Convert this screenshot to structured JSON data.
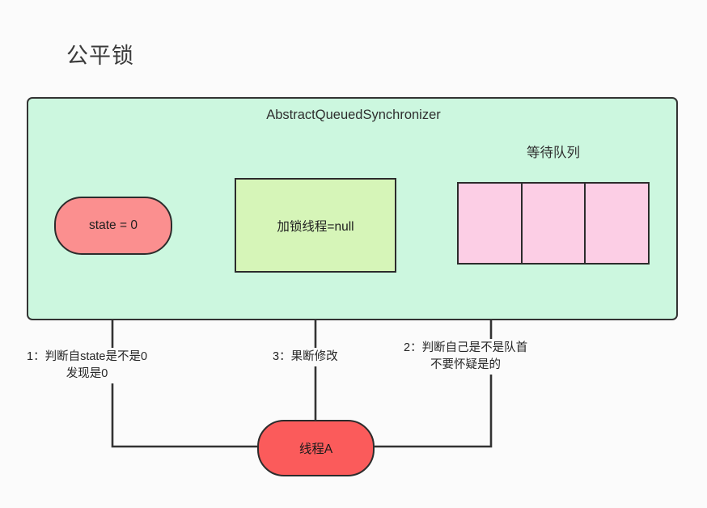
{
  "page": {
    "title": "公平锁",
    "background": "#fbfbfb"
  },
  "container": {
    "name": "AbstractQueuedSynchronizer",
    "title": "AbstractQueuedSynchronizer",
    "fill": "#ccf7df",
    "stroke": "#333333"
  },
  "nodes": {
    "state": {
      "label": "state = 0",
      "fill": "#fb8f8f",
      "stroke": "#2c2c2c",
      "shape": "pill"
    },
    "owner": {
      "label": "加锁线程=null",
      "fill": "#d6f5b8",
      "stroke": "#2c2c2c",
      "shape": "rect"
    },
    "queue": {
      "title": "等待队列",
      "fill": "#fccee5",
      "stroke": "#2c2c2c",
      "cells": [
        "",
        "",
        ""
      ],
      "cell_count": 3
    },
    "thread": {
      "label": "线程A",
      "fill": "#fb5b5b",
      "stroke": "#2c2c2c",
      "shape": "pill"
    }
  },
  "edges": [
    {
      "id": "edge-1",
      "from": "线程A",
      "to": "state = 0",
      "line1": "1：判断自state是不是0",
      "line2": "发现是0"
    },
    {
      "id": "edge-3",
      "from": "线程A",
      "to": "加锁线程=null",
      "line1": "3：果断修改",
      "line2": ""
    },
    {
      "id": "edge-2",
      "from": "线程A",
      "to": "等待队列",
      "line1": "2：判断自己是不是队首",
      "line2": "不要怀疑是的"
    }
  ],
  "colors": {
    "edge_stroke": "#333333",
    "text": "#262626"
  }
}
